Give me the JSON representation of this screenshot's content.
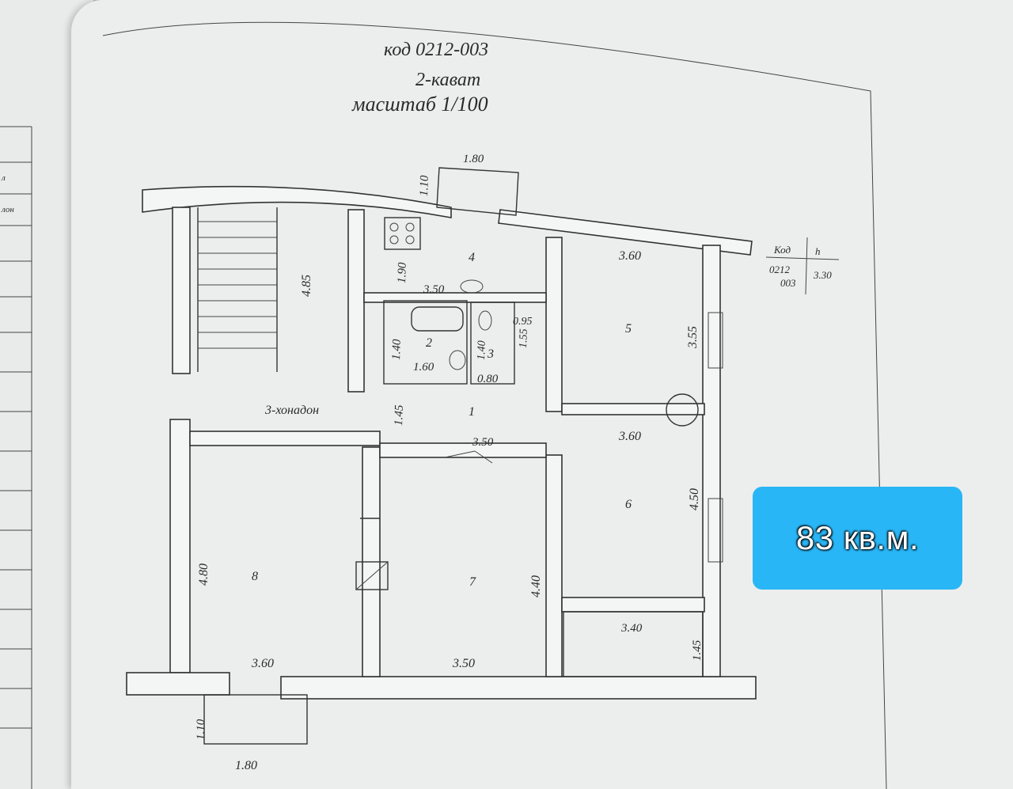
{
  "header": {
    "code_line": "код 0212-003",
    "floor_line": "2-кават",
    "scale_line": "масштаб 1/100"
  },
  "side_table": {
    "col1_header": "Код",
    "col2_header": "h",
    "code_line1": "0212",
    "code_line2": "003",
    "height": "3.30"
  },
  "rooms": {
    "r1": "1",
    "r2": "2",
    "r3": "3",
    "r4": "4",
    "r5": "5",
    "r6": "6",
    "r7": "7",
    "r8": "8"
  },
  "apartment_label": "3-хонадон",
  "dimensions": {
    "top_balcony_width": "1.80",
    "top_balcony_depth": "1.10",
    "stair_length": "4.85",
    "kitchen_depth": "1.90",
    "kitchen_width": "3.50",
    "r5_width": "3.60",
    "r5_length": "3.55",
    "bath_depth": "1.40",
    "bath_width": "1.60",
    "wc_depth": "1.40",
    "wc_width": "0.80",
    "corridor_a": "0.95",
    "corridor_b": "1.55",
    "hall_depth": "1.45",
    "hall_width": "3.50",
    "r6_width": "3.60",
    "r6_length": "4.50",
    "r8_length": "4.80",
    "r8_width": "3.60",
    "r7_length": "4.40",
    "r7_width": "3.50",
    "balcony_r_width": "3.40",
    "balcony_r_depth": "1.45",
    "bottom_balcony_depth": "1.10",
    "bottom_balcony_width": "1.80"
  },
  "side_lines": {
    "l1": "л",
    "l2": "лон"
  },
  "area_badge": "83 кв.м."
}
